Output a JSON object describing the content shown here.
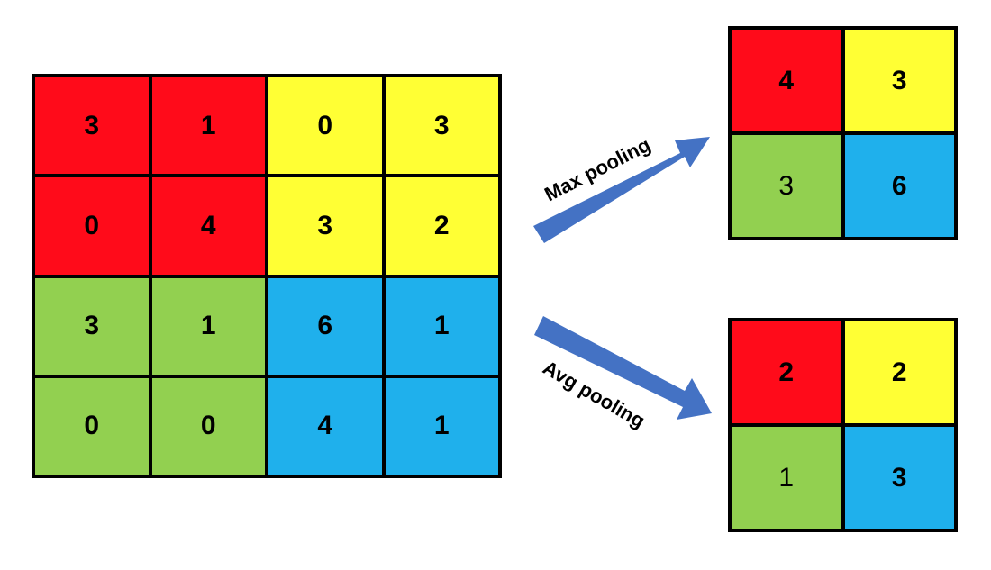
{
  "colors": {
    "red": "#ff0b1a",
    "yellow": "#ffff34",
    "green": "#92d050",
    "blue": "#1fb0ec",
    "arrow": "#4472c4"
  },
  "input_grid": {
    "rows": [
      [
        "3",
        "1",
        "0",
        "3"
      ],
      [
        "0",
        "4",
        "3",
        "2"
      ],
      [
        "3",
        "1",
        "6",
        "1"
      ],
      [
        "0",
        "0",
        "4",
        "1"
      ]
    ]
  },
  "max_pool": {
    "label": "Max pooling",
    "rows": [
      [
        "4",
        "3"
      ],
      [
        "3",
        "6"
      ]
    ]
  },
  "avg_pool": {
    "label": "Avg pooling",
    "rows": [
      [
        "2",
        "2"
      ],
      [
        "1",
        "3"
      ]
    ]
  }
}
